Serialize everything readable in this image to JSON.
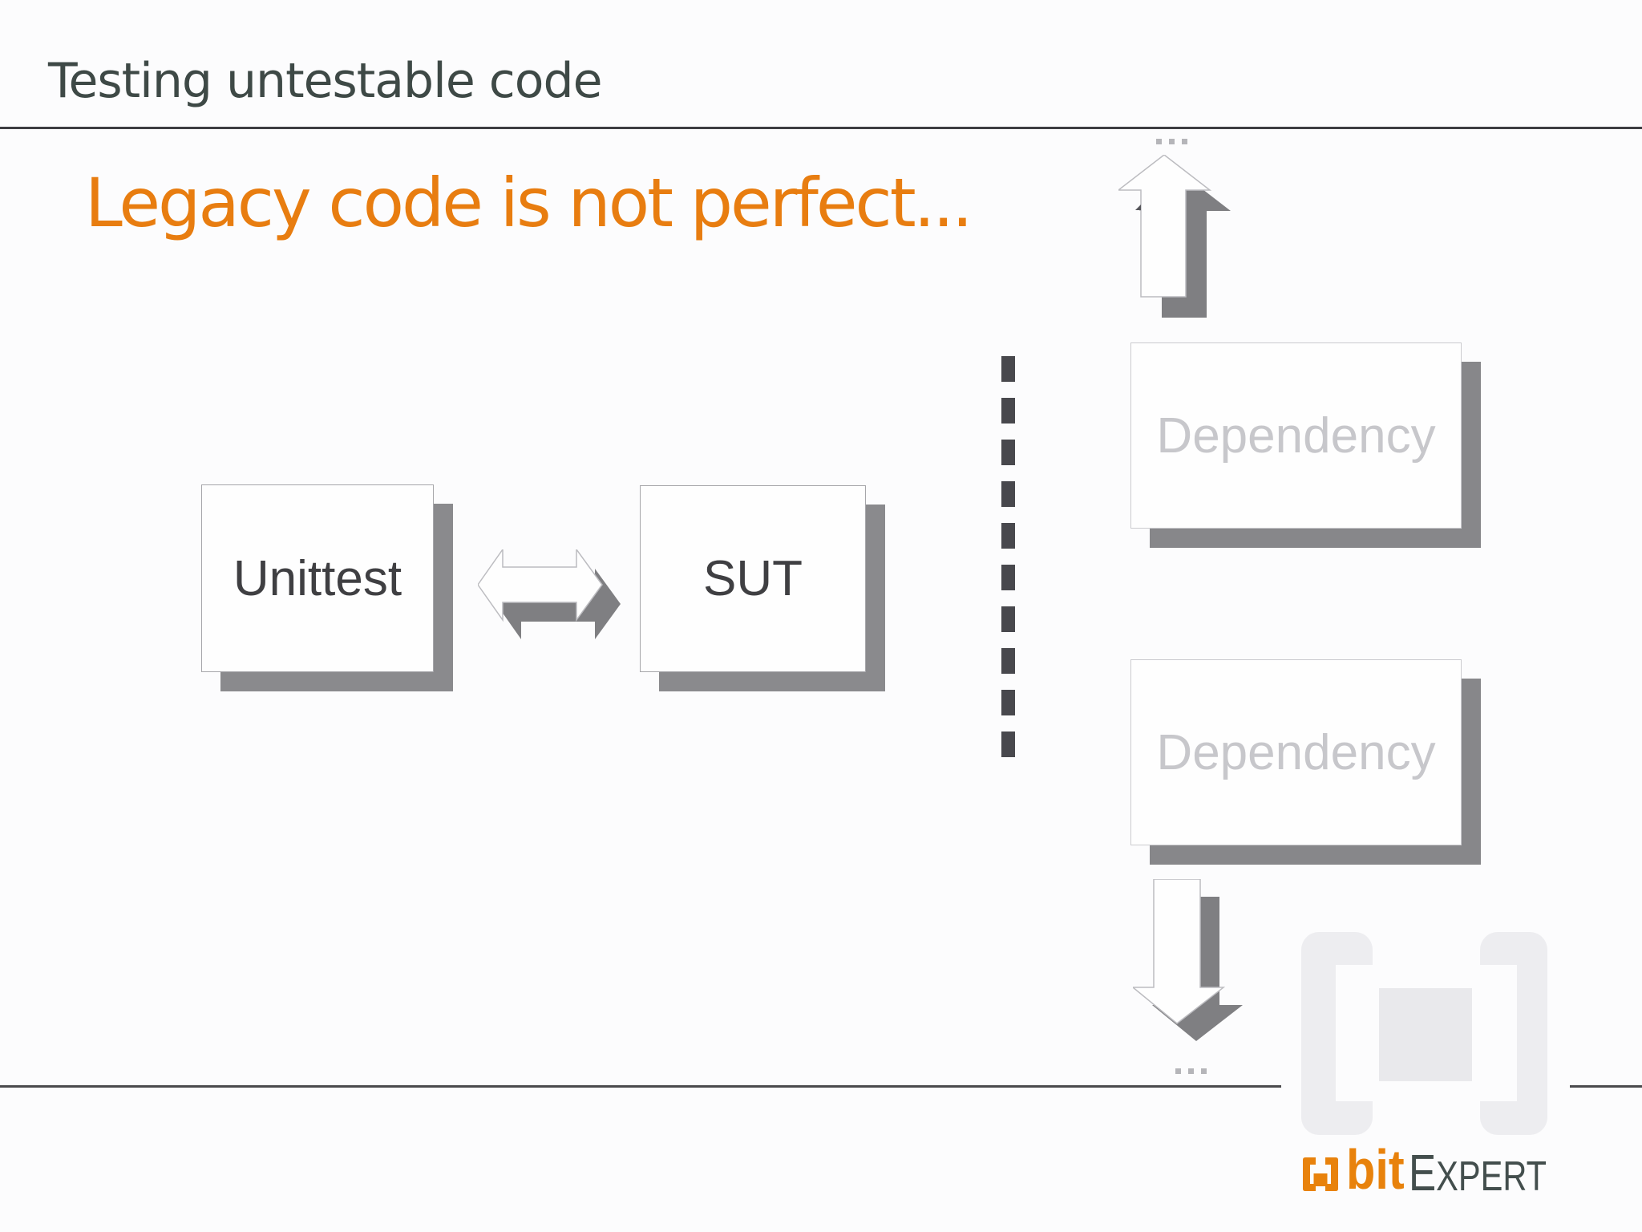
{
  "slide": {
    "title": "Testing untestable code",
    "heading": "Legacy code is not perfect...",
    "colors": {
      "background": "#fcfcfd",
      "title_text": "#3e4946",
      "heading_orange": "#e87d10",
      "divider": "#3d3d42",
      "box_shadow": "#8a8a8d",
      "arrow_shadow": "#7f7f82",
      "dashed_line": "#48484d",
      "muted_dependency_text": "#c7c7cb",
      "logo_orange": "#e8820c",
      "logo_slate": "#434e4d"
    }
  },
  "diagram": {
    "unittest_label": "Unittest",
    "sut_label": "SUT",
    "dependency_top_label": "Dependency",
    "dependency_bottom_label": "Dependency",
    "ellipsis_top": "...",
    "ellipsis_bottom": "...",
    "icons": [
      "double-headed-arrow-icon",
      "up-arrow-icon",
      "down-arrow-icon",
      "dashed-separator",
      "brackets-watermark-icon"
    ]
  },
  "logo": {
    "bit": "bit",
    "expert_initial": "E",
    "expert_rest": "XPERT"
  }
}
